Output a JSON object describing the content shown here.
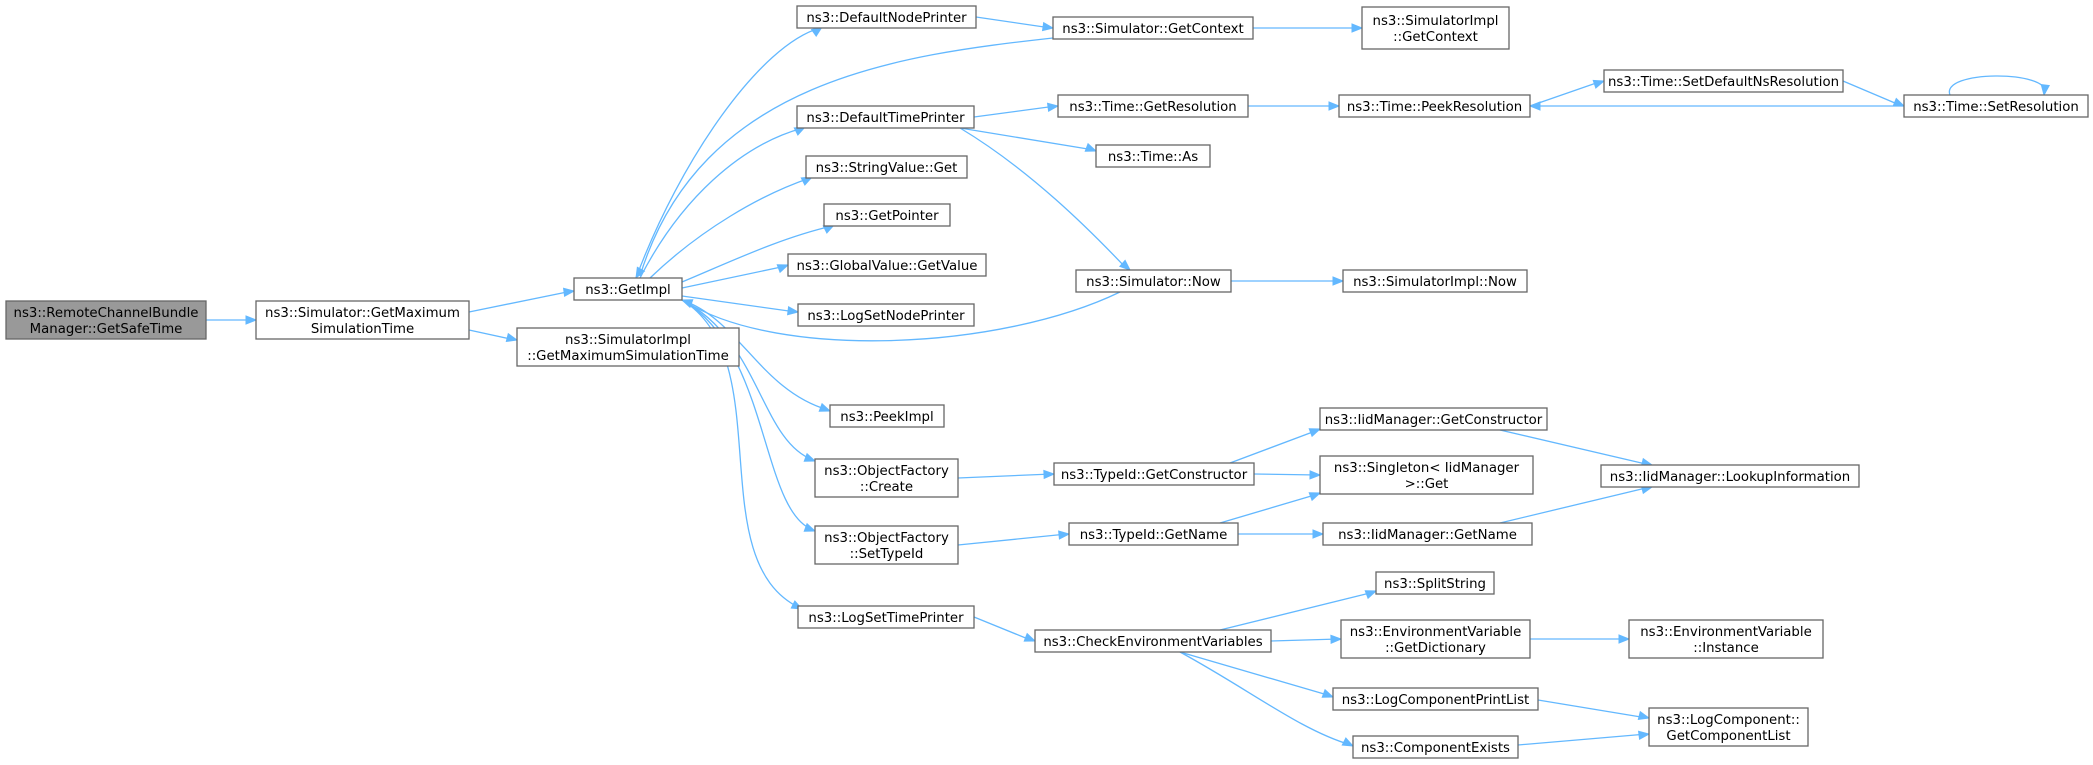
{
  "colors": {
    "edge": "#63b8ff",
    "node_border": "#666666",
    "node_fill": "#ffffff",
    "root_fill": "#999999",
    "text": "#000000"
  },
  "nodes": [
    {
      "id": "root",
      "lines": [
        "ns3::RemoteChannelBundle",
        "Manager::GetSafeTime"
      ]
    },
    {
      "id": "getmaxsim",
      "lines": [
        "ns3::Simulator::GetMaximum",
        "SimulationTime"
      ]
    },
    {
      "id": "getimpl",
      "lines": [
        "ns3::GetImpl"
      ]
    },
    {
      "id": "simimpl_getmaxsim",
      "lines": [
        "ns3::SimulatorImpl",
        "::GetMaximumSimulationTime"
      ]
    },
    {
      "id": "defaultnodeprinter",
      "lines": [
        "ns3::DefaultNodePrinter"
      ]
    },
    {
      "id": "sim_getcontext",
      "lines": [
        "ns3::Simulator::GetContext"
      ]
    },
    {
      "id": "simimpl_getcontext",
      "lines": [
        "ns3::SimulatorImpl",
        "::GetContext"
      ]
    },
    {
      "id": "defaulttimeprinter",
      "lines": [
        "ns3::DefaultTimePrinter"
      ]
    },
    {
      "id": "time_getresolution",
      "lines": [
        "ns3::Time::GetResolution"
      ]
    },
    {
      "id": "time_peekresolution",
      "lines": [
        "ns3::Time::PeekResolution"
      ]
    },
    {
      "id": "time_setdefaultns",
      "lines": [
        "ns3::Time::SetDefaultNsResolution"
      ]
    },
    {
      "id": "time_setresolution",
      "lines": [
        "ns3::Time::SetResolution"
      ]
    },
    {
      "id": "time_as",
      "lines": [
        "ns3::Time::As"
      ]
    },
    {
      "id": "stringvalue_get",
      "lines": [
        "ns3::StringValue::Get"
      ]
    },
    {
      "id": "getpointer",
      "lines": [
        "ns3::GetPointer"
      ]
    },
    {
      "id": "globalvalue_getvalue",
      "lines": [
        "ns3::GlobalValue::GetValue"
      ]
    },
    {
      "id": "sim_now",
      "lines": [
        "ns3::Simulator::Now"
      ]
    },
    {
      "id": "simimpl_now",
      "lines": [
        "ns3::SimulatorImpl::Now"
      ]
    },
    {
      "id": "logsetnodeprinter",
      "lines": [
        "ns3::LogSetNodePrinter"
      ]
    },
    {
      "id": "peekimpl",
      "lines": [
        "ns3::PeekImpl"
      ]
    },
    {
      "id": "objectfactory_create",
      "lines": [
        "ns3::ObjectFactory",
        "::Create"
      ]
    },
    {
      "id": "typeid_getconstructor",
      "lines": [
        "ns3::TypeId::GetConstructor"
      ]
    },
    {
      "id": "iidmanager_getconstructor",
      "lines": [
        "ns3::IidManager::GetConstructor"
      ]
    },
    {
      "id": "singleton_get",
      "lines": [
        "ns3::Singleton< IidManager",
        " >::Get"
      ]
    },
    {
      "id": "iidmanager_lookup",
      "lines": [
        "ns3::IidManager::LookupInformation"
      ]
    },
    {
      "id": "objectfactory_settypeid",
      "lines": [
        "ns3::ObjectFactory",
        "::SetTypeId"
      ]
    },
    {
      "id": "typeid_getname",
      "lines": [
        "ns3::TypeId::GetName"
      ]
    },
    {
      "id": "iidmanager_getname",
      "lines": [
        "ns3::IidManager::GetName"
      ]
    },
    {
      "id": "logsettimeprinter",
      "lines": [
        "ns3::LogSetTimePrinter"
      ]
    },
    {
      "id": "checkenvvars",
      "lines": [
        "ns3::CheckEnvironmentVariables"
      ]
    },
    {
      "id": "splitstring",
      "lines": [
        "ns3::SplitString"
      ]
    },
    {
      "id": "envvar_getdictionary",
      "lines": [
        "ns3::EnvironmentVariable",
        "::GetDictionary"
      ]
    },
    {
      "id": "envvar_instance",
      "lines": [
        "ns3::EnvironmentVariable",
        "::Instance"
      ]
    },
    {
      "id": "logcomponentprintlist",
      "lines": [
        "ns3::LogComponentPrintList"
      ]
    },
    {
      "id": "logcomponent_getlist",
      "lines": [
        "ns3::LogComponent::",
        "GetComponentList"
      ]
    },
    {
      "id": "componentexists",
      "lines": [
        "ns3::ComponentExists"
      ]
    }
  ],
  "edges": [
    [
      "root",
      "getmaxsim"
    ],
    [
      "getmaxsim",
      "getimpl"
    ],
    [
      "getmaxsim",
      "simimpl_getmaxsim"
    ],
    [
      "getimpl",
      "defaultnodeprinter"
    ],
    [
      "getimpl",
      "defaulttimeprinter"
    ],
    [
      "getimpl",
      "stringvalue_get"
    ],
    [
      "getimpl",
      "getpointer"
    ],
    [
      "getimpl",
      "globalvalue_getvalue"
    ],
    [
      "getimpl",
      "logsetnodeprinter"
    ],
    [
      "getimpl",
      "peekimpl"
    ],
    [
      "getimpl",
      "objectfactory_create"
    ],
    [
      "getimpl",
      "objectfactory_settypeid"
    ],
    [
      "getimpl",
      "logsettimeprinter"
    ],
    [
      "defaultnodeprinter",
      "sim_getcontext"
    ],
    [
      "sim_getcontext",
      "getimpl"
    ],
    [
      "sim_getcontext",
      "simimpl_getcontext"
    ],
    [
      "defaulttimeprinter",
      "time_getresolution"
    ],
    [
      "defaulttimeprinter",
      "time_as"
    ],
    [
      "defaulttimeprinter",
      "sim_now"
    ],
    [
      "time_getresolution",
      "time_peekresolution"
    ],
    [
      "time_peekresolution",
      "time_setdefaultns"
    ],
    [
      "time_setdefaultns",
      "time_setresolution"
    ],
    [
      "time_setresolution",
      "time_peekresolution"
    ],
    [
      "time_setresolution",
      "time_setresolution"
    ],
    [
      "sim_now",
      "getimpl"
    ],
    [
      "sim_now",
      "simimpl_now"
    ],
    [
      "objectfactory_create",
      "typeid_getconstructor"
    ],
    [
      "typeid_getconstructor",
      "iidmanager_getconstructor"
    ],
    [
      "typeid_getconstructor",
      "singleton_get"
    ],
    [
      "iidmanager_getconstructor",
      "iidmanager_lookup"
    ],
    [
      "objectfactory_settypeid",
      "typeid_getname"
    ],
    [
      "typeid_getname",
      "singleton_get"
    ],
    [
      "typeid_getname",
      "iidmanager_getname"
    ],
    [
      "iidmanager_getname",
      "iidmanager_lookup"
    ],
    [
      "logsettimeprinter",
      "checkenvvars"
    ],
    [
      "checkenvvars",
      "splitstring"
    ],
    [
      "checkenvvars",
      "envvar_getdictionary"
    ],
    [
      "checkenvvars",
      "logcomponentprintlist"
    ],
    [
      "checkenvvars",
      "componentexists"
    ],
    [
      "envvar_getdictionary",
      "envvar_instance"
    ],
    [
      "logcomponentprintlist",
      "logcomponent_getlist"
    ],
    [
      "componentexists",
      "logcomponent_getlist"
    ]
  ]
}
